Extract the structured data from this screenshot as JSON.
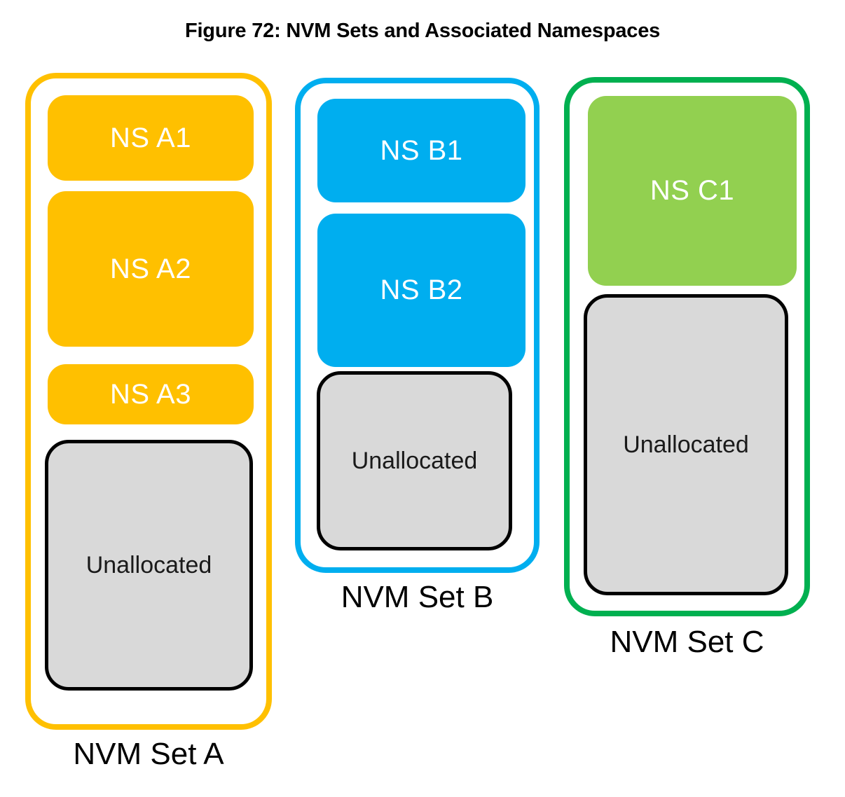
{
  "figure": {
    "title": "Figure 72: NVM Sets and Associated Namespaces"
  },
  "colors": {
    "set_a_border": "#FFC000",
    "set_a_fill": "#FFC000",
    "set_b_border": "#00AEEF",
    "set_b_fill": "#00AEEF",
    "set_c_border": "#00B050",
    "set_c_fill": "#92D050",
    "unallocated_fill": "#D9D9D9",
    "unallocated_border": "#000000",
    "namespace_text": "#FFFFFF",
    "unallocated_text": "#1A1A1A",
    "caption_text": "#000000",
    "background": "#FFFFFF"
  },
  "sets": [
    {
      "id": "a",
      "caption": "NVM Set A",
      "namespaces": [
        {
          "label": "NS A1"
        },
        {
          "label": "NS A2"
        },
        {
          "label": "NS A3"
        }
      ],
      "unallocated_label": "Unallocated"
    },
    {
      "id": "b",
      "caption": "NVM Set B",
      "namespaces": [
        {
          "label": "NS B1"
        },
        {
          "label": "NS B2"
        }
      ],
      "unallocated_label": "Unallocated"
    },
    {
      "id": "c",
      "caption": "NVM Set C",
      "namespaces": [
        {
          "label": "NS C1"
        }
      ],
      "unallocated_label": "Unallocated"
    }
  ]
}
